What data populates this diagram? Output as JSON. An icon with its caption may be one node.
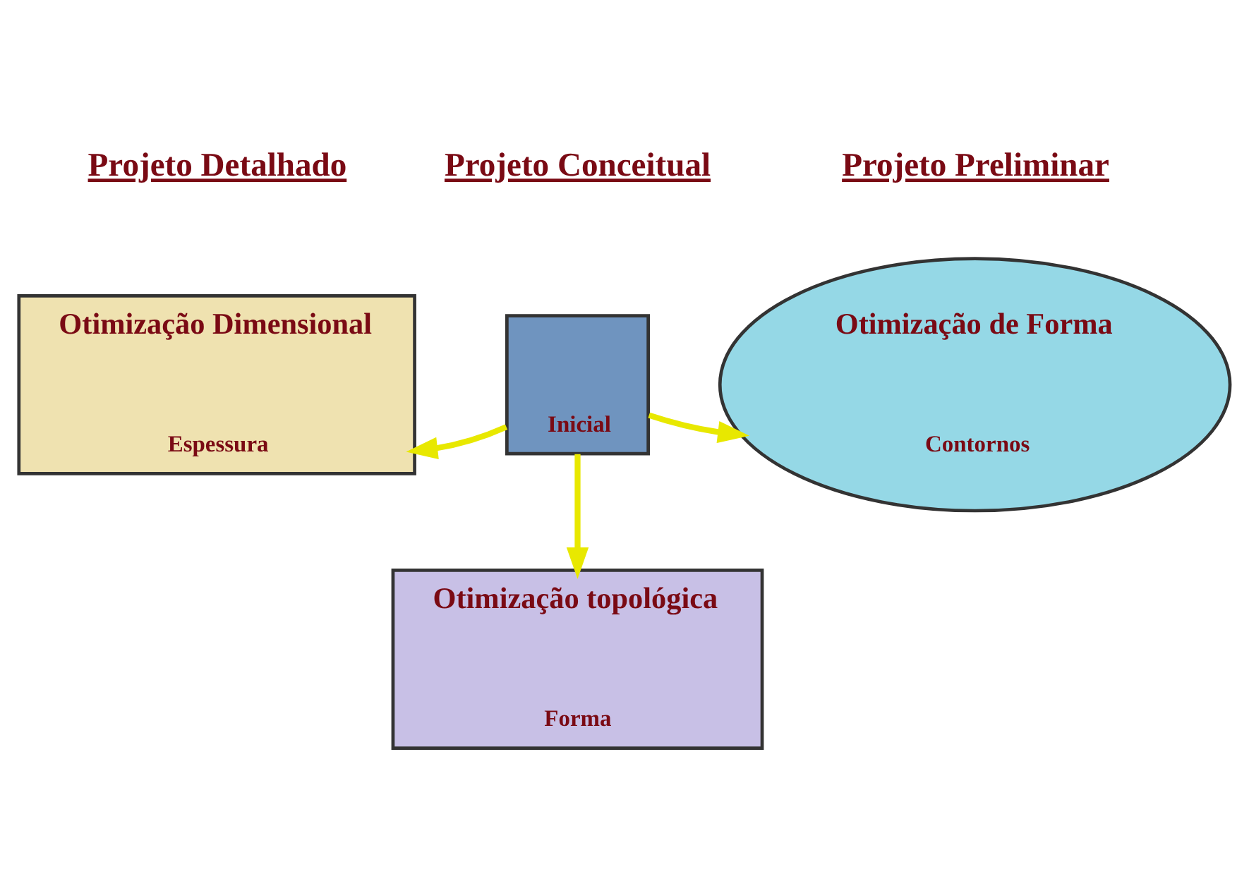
{
  "diagram": {
    "nodes": [
      {
        "text": [
          "Otimização Dimensional",
          "Espessura"
        ]
      },
      {
        "text": [
          "Inicial"
        ]
      },
      {
        "text": [
          "Otimização de Forma",
          "Contornos"
        ]
      },
      {
        "text": [
          "Otimização topológica",
          "Forma"
        ]
      }
    ],
    "edges": [
      {
        "from": 1,
        "to": 0,
        "arrow": "to"
      },
      {
        "from": 1,
        "to": 2,
        "arrow": "to"
      },
      {
        "from": 1,
        "to": 3,
        "arrow": "to"
      }
    ],
    "labels": [
      "Projeto Detalhado",
      "Projeto Conceitual",
      "Projeto Preliminar"
    ]
  }
}
